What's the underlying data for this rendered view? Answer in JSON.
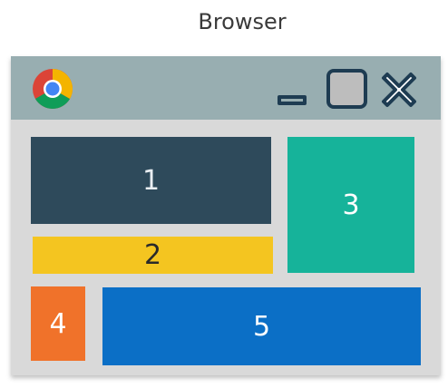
{
  "title": "Browser",
  "window": {
    "logo_icon": "chrome-logo-icon",
    "controls": {
      "minimize_icon": "minimize-icon",
      "maximize_icon": "maximize-icon",
      "close_icon": "close-icon"
    },
    "panels": [
      {
        "label": "1",
        "color": "#2e4a5b"
      },
      {
        "label": "2",
        "color": "#f4c520"
      },
      {
        "label": "3",
        "color": "#16b39a"
      },
      {
        "label": "4",
        "color": "#f0722a"
      },
      {
        "label": "5",
        "color": "#0b6fc6"
      }
    ]
  }
}
